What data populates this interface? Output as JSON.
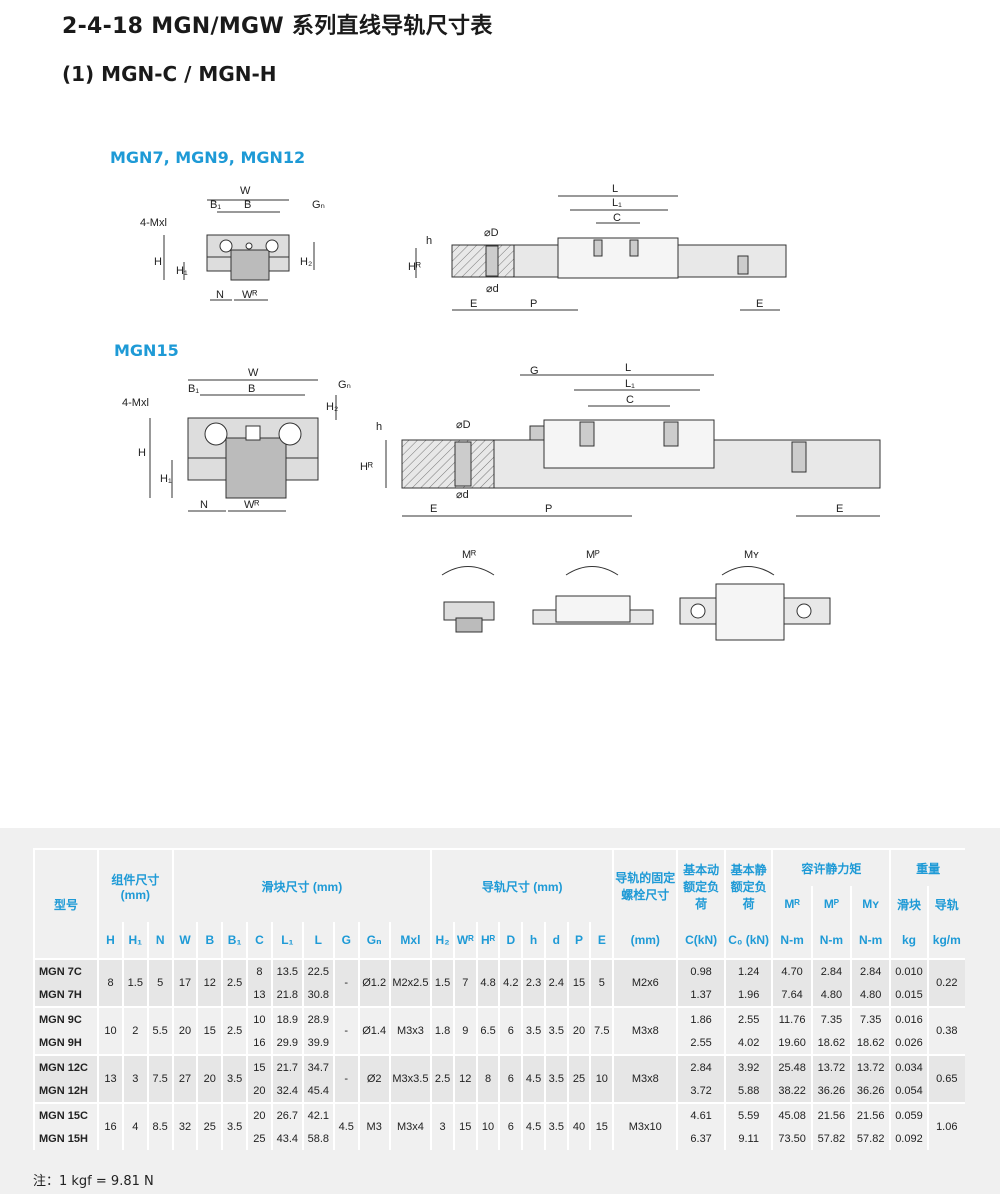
{
  "header": {
    "title": "2-4-18  MGN/MGW 系列直线导轨尺寸表",
    "subtitle": "(1) MGN-C / MGN-H"
  },
  "drawings": {
    "section1_label": "MGN7, MGN9, MGN12",
    "section2_label": "MGN15",
    "dim_labels": {
      "W": "W",
      "B": "B",
      "B1": "B₁",
      "Gn": "Gₙ",
      "Mxl": "4-Mxl",
      "H": "H",
      "H1": "H₁",
      "H2": "H₂",
      "N": "N",
      "WR": "Wᴿ",
      "L": "L",
      "L1": "L₁",
      "C": "C",
      "D": "⌀D",
      "d": "⌀d",
      "h": "h",
      "HR": "Hᴿ",
      "E": "E",
      "P": "P",
      "G": "G",
      "MR": "Mᴿ",
      "MP": "Mᴾ",
      "MY": "Mʏ"
    }
  },
  "table": {
    "group_headers": {
      "model": "型号",
      "assembly": "组件尺寸 (mm)",
      "block": "滑块尺寸 (mm)",
      "rail": "导轨尺寸 (mm)",
      "bolt": "导轨的固定螺栓尺寸",
      "dyn": "基本动额定负荷",
      "stat": "基本静额定负荷",
      "moment": "容许静力矩",
      "weight": "重量"
    },
    "columns": [
      "H",
      "H₁",
      "N",
      "W",
      "B",
      "B₁",
      "C",
      "L₁",
      "L",
      "G",
      "Gₙ",
      "Mxl",
      "H₂",
      "Wᴿ",
      "Hᴿ",
      "D",
      "h",
      "d",
      "P",
      "E",
      "(mm)",
      "C(kN)",
      "C₀ (kN)",
      "N-m",
      "N-m",
      "N-m",
      "kg",
      "kg/m"
    ],
    "moment_sub": [
      "Mᴿ",
      "Mᴾ",
      "Mʏ",
      "滑块",
      "导轨"
    ],
    "groups": [
      {
        "shared": {
          "H": "8",
          "H1": "1.5",
          "N": "5",
          "W": "17",
          "B": "12",
          "B1": "2.5",
          "G": "-",
          "Gn": "Ø1.2",
          "Mxl": "M2x2.5",
          "H2": "1.5",
          "WR": "7",
          "HR": "4.8",
          "D": "4.2",
          "h": "2.3",
          "d": "2.4",
          "P": "15",
          "E": "5",
          "bolt": "M2x6",
          "rail_kg": "0.22"
        },
        "rows": [
          {
            "model": "MGN 7C",
            "C": "8",
            "L1": "13.5",
            "L": "22.5",
            "Ck": "0.98",
            "C0": "1.24",
            "MR": "4.70",
            "MP": "2.84",
            "MY": "2.84",
            "kg": "0.010"
          },
          {
            "model": "MGN 7H",
            "C": "13",
            "L1": "21.8",
            "L": "30.8",
            "Ck": "1.37",
            "C0": "1.96",
            "MR": "7.64",
            "MP": "4.80",
            "MY": "4.80",
            "kg": "0.015"
          }
        ]
      },
      {
        "shared": {
          "H": "10",
          "H1": "2",
          "N": "5.5",
          "W": "20",
          "B": "15",
          "B1": "2.5",
          "G": "-",
          "Gn": "Ø1.4",
          "Mxl": "M3x3",
          "H2": "1.8",
          "WR": "9",
          "HR": "6.5",
          "D": "6",
          "h": "3.5",
          "d": "3.5",
          "P": "20",
          "E": "7.5",
          "bolt": "M3x8",
          "rail_kg": "0.38"
        },
        "rows": [
          {
            "model": "MGN 9C",
            "C": "10",
            "L1": "18.9",
            "L": "28.9",
            "Ck": "1.86",
            "C0": "2.55",
            "MR": "11.76",
            "MP": "7.35",
            "MY": "7.35",
            "kg": "0.016"
          },
          {
            "model": "MGN 9H",
            "C": "16",
            "L1": "29.9",
            "L": "39.9",
            "Ck": "2.55",
            "C0": "4.02",
            "MR": "19.60",
            "MP": "18.62",
            "MY": "18.62",
            "kg": "0.026"
          }
        ]
      },
      {
        "shared": {
          "H": "13",
          "H1": "3",
          "N": "7.5",
          "W": "27",
          "B": "20",
          "B1": "3.5",
          "G": "-",
          "Gn": "Ø2",
          "Mxl": "M3x3.5",
          "H2": "2.5",
          "WR": "12",
          "HR": "8",
          "D": "6",
          "h": "4.5",
          "d": "3.5",
          "P": "25",
          "E": "10",
          "bolt": "M3x8",
          "rail_kg": "0.65"
        },
        "rows": [
          {
            "model": "MGN 12C",
            "C": "15",
            "L1": "21.7",
            "L": "34.7",
            "Ck": "2.84",
            "C0": "3.92",
            "MR": "25.48",
            "MP": "13.72",
            "MY": "13.72",
            "kg": "0.034"
          },
          {
            "model": "MGN 12H",
            "C": "20",
            "L1": "32.4",
            "L": "45.4",
            "Ck": "3.72",
            "C0": "5.88",
            "MR": "38.22",
            "MP": "36.26",
            "MY": "36.26",
            "kg": "0.054"
          }
        ]
      },
      {
        "shared": {
          "H": "16",
          "H1": "4",
          "N": "8.5",
          "W": "32",
          "B": "25",
          "B1": "3.5",
          "G": "4.5",
          "Gn": "M3",
          "Mxl": "M3x4",
          "H2": "3",
          "WR": "15",
          "HR": "10",
          "D": "6",
          "h": "4.5",
          "d": "3.5",
          "P": "40",
          "E": "15",
          "bolt": "M3x10",
          "rail_kg": "1.06"
        },
        "rows": [
          {
            "model": "MGN 15C",
            "C": "20",
            "L1": "26.7",
            "L": "42.1",
            "Ck": "4.61",
            "C0": "5.59",
            "MR": "45.08",
            "MP": "21.56",
            "MY": "21.56",
            "kg": "0.059"
          },
          {
            "model": "MGN 15H",
            "C": "25",
            "L1": "43.4",
            "L": "58.8",
            "Ck": "6.37",
            "C0": "9.11",
            "MR": "73.50",
            "MP": "57.82",
            "MY": "57.82",
            "kg": "0.092"
          }
        ]
      }
    ],
    "note": "注：1 kgf = 9.81 N"
  },
  "colors": {
    "accent": "#1e9ad6",
    "table_bg": "#f0f0f0",
    "row_alt": "#e6e6e6"
  }
}
